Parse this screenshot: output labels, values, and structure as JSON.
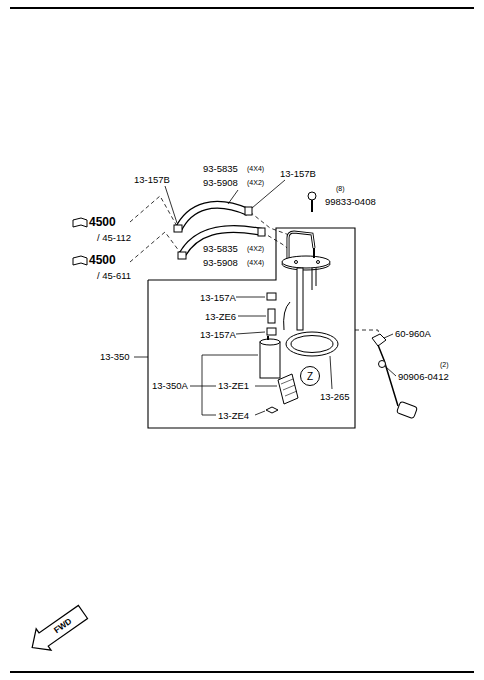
{
  "diagram": {
    "nodes": [
      {
        "text": [
          "Z"
        ]
      }
    ],
    "labels": [
      "13-157B",
      "93-5835",
      "(4X4)",
      "93-5908",
      "(4X2)",
      "13-157B",
      "(8)",
      "99833-0408",
      "4500",
      "/ 45-112",
      "4500",
      "/ 45-611",
      "93-5835",
      "(4X2)",
      "93-5908",
      "(4X4)",
      "13-157A",
      "13-ZE6",
      "13-157A",
      "60-960A",
      "(2)",
      "90906-0412",
      "13-350",
      "13-350A",
      "13-ZE1",
      "13-265",
      "13-ZE4",
      "FWD"
    ]
  }
}
